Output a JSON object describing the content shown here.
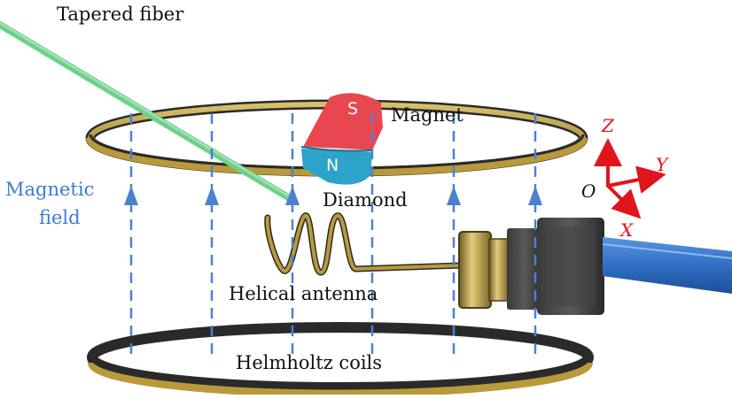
{
  "labels": {
    "tapered_fiber": "Tapered fiber",
    "magnet": "Magnet",
    "magnet_south": "S",
    "magnet_north": "N",
    "magnetic_field_line1": "Magnetic",
    "magnetic_field_line2": "field",
    "diamond": "Diamond",
    "helical_antenna": "Helical antenna",
    "helmholtz_coils": "Helmholtz coils"
  },
  "axes": {
    "z": "Z",
    "y": "Y",
    "x": "X",
    "origin": "O"
  },
  "colors": {
    "field_lines": "#4a82d0",
    "fiber": "#6fd08a",
    "coil_gold": "#b99a3a",
    "coil_dark": "#2a2a2a",
    "magnet_south": "#e9474f",
    "magnet_north": "#2ea3c9",
    "axis_red": "#e0141b",
    "cable_blue": "#2f6fc4"
  }
}
